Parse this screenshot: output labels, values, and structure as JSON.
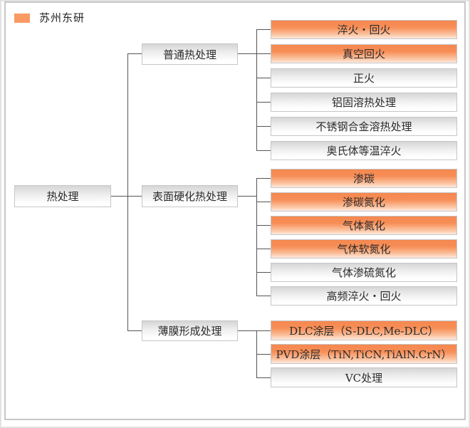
{
  "legend": {
    "label": "苏州东研",
    "swatch_color": "#F99A63"
  },
  "colors": {
    "highlight_gradient_top": "#F5884F",
    "highlight_gradient_bottom": "#FEEADF",
    "plain_gradient_top": "#D6D6D6",
    "plain_gradient_bottom": "#FFFFFF",
    "node_border": "#C6C6C6",
    "connector_line": "#555555",
    "frame_border": "#C8C8C8",
    "text": "#2B2B2B"
  },
  "tree": {
    "root": {
      "label": "热处理",
      "highlight": false
    },
    "branches": [
      {
        "label": "普通热处理",
        "highlight": false,
        "children": [
          {
            "label": "淬火・回火",
            "highlight": true
          },
          {
            "label": "真空回火",
            "highlight": true
          },
          {
            "label": "正火",
            "highlight": false
          },
          {
            "label": "铝固溶热处理",
            "highlight": false
          },
          {
            "label": "不锈钢合金溶热处理",
            "highlight": false
          },
          {
            "label": "奥氏体等温淬火",
            "highlight": false
          }
        ]
      },
      {
        "label": "表面硬化热处理",
        "highlight": false,
        "children": [
          {
            "label": "渗碳",
            "highlight": true
          },
          {
            "label": "渗碳氮化",
            "highlight": true
          },
          {
            "label": "气体氮化",
            "highlight": true
          },
          {
            "label": "气体软氮化",
            "highlight": true
          },
          {
            "label": "气体渗硫氮化",
            "highlight": false
          },
          {
            "label": "高频淬火・回火",
            "highlight": false
          }
        ]
      },
      {
        "label": "薄膜形成处理",
        "highlight": false,
        "children": [
          {
            "label": "DLC涂层（S-DLC,Me-DLC）",
            "highlight": true
          },
          {
            "label": "PVD涂层（TiN,TiCN,TiAlN.CrN）",
            "highlight": true
          },
          {
            "label": "VC处理",
            "highlight": false
          }
        ]
      }
    ]
  }
}
